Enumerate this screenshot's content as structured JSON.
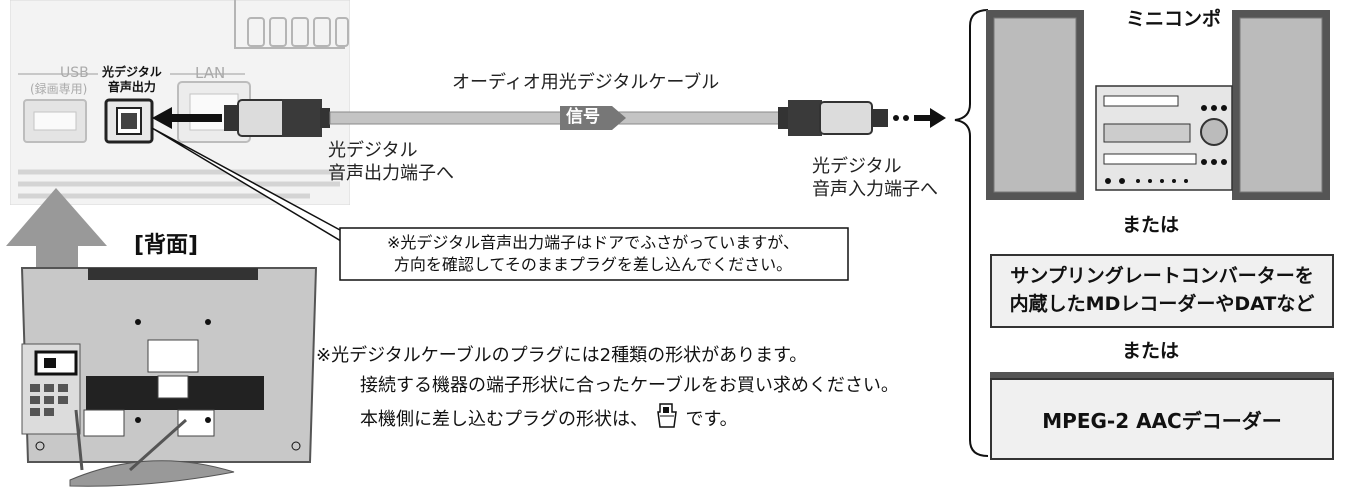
{
  "terminal_panel": {
    "usb_label": "USB",
    "usb_sub": "(録画専用)",
    "optical_label": "光デジタル\n音声出力",
    "lan_label": "LAN"
  },
  "cable": {
    "title": "オーディオ用光デジタルケーブル",
    "signal_label": "信号",
    "output_label": "光デジタル\n音声出力端子へ",
    "input_label": "光デジタル\n音声入力端子へ"
  },
  "callout": {
    "text": "※光デジタル音声出力端子はドアでふさがっていますが、\n方向を確認してそのままプラグを差し込んでください。"
  },
  "tv": {
    "back_label": "[背面]"
  },
  "note": {
    "line1": "※光デジタルケーブルのプラグには2種類の形状があります。",
    "line2": "接続する機器の端子形状に合ったケーブルをお買い求めください。",
    "line3_pre": "本機側に差し込むプラグの形状は、",
    "line3_post": "です。"
  },
  "devices": {
    "mini_compo": "ミニコンポ",
    "or1": "または",
    "sample_rate": "サンプリングレートコンバーターを\n内蔵したMDレコーダーやDATなど",
    "or2": "または",
    "mpeg": "MPEG-2 AACデコーダー"
  }
}
